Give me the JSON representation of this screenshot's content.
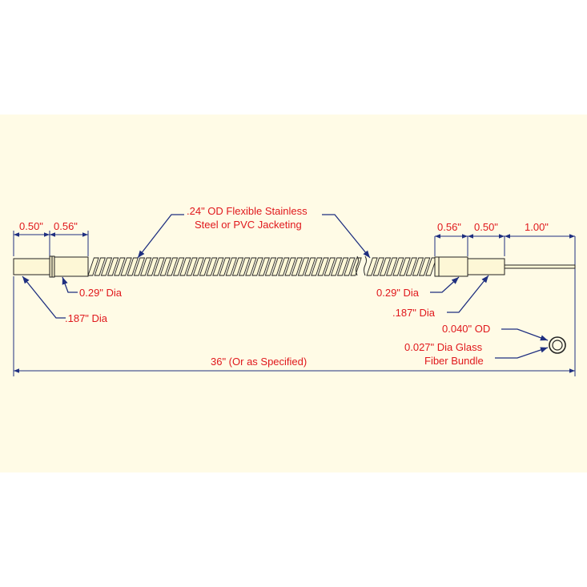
{
  "labels": {
    "left_dim_1": "0.50\"",
    "left_dim_2": "0.56\"",
    "jacket_line1": ".24\" OD Flexible Stainless",
    "jacket_line2": "Steel or PVC Jacketing",
    "right_dim_1": "0.56\"",
    "right_dim_2": "0.50\"",
    "right_dim_3": "1.00\"",
    "left_dia_029": "0.29\" Dia",
    "left_dia_187": ".187\" Dia",
    "right_dia_029": "0.29\" Dia",
    "right_dia_187": ".187\" Dia",
    "od_label": "0.040\" OD",
    "fiber_line1": "0.027\" Dia Glass",
    "fiber_line2": "Fiber Bundle",
    "overall_length": "36\" (Or as Specified)"
  },
  "colors": {
    "background": "#fffbe6",
    "text": "#e0181c",
    "dimension_lines": "#1f2f80",
    "part_fill": "#fdf7d6"
  }
}
